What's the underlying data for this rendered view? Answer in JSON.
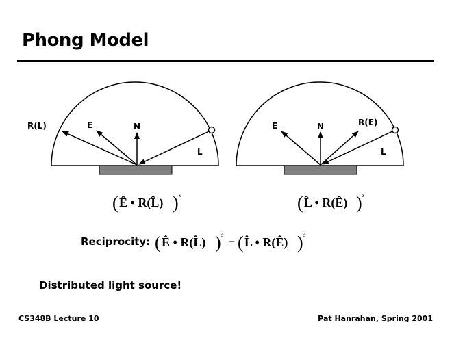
{
  "title": "Phong Model",
  "left_diagram": {
    "labels": {
      "reflected": "R(L)",
      "eye": "E",
      "normal": "N",
      "light": "L"
    },
    "formula": {
      "a": "Ê",
      "dot": "•",
      "b": "R(",
      "c": "L̂",
      "d": ")",
      "exp": "s"
    }
  },
  "right_diagram": {
    "labels": {
      "eye": "E",
      "normal": "N",
      "reflected": "R(E)",
      "light": "L"
    },
    "formula": {
      "a": "L̂",
      "dot": "•",
      "b": "R(",
      "c": "Ê",
      "d": ")",
      "exp": "s"
    }
  },
  "reciprocity": {
    "label": "Reciprocity:",
    "lhs": {
      "a": "Ê",
      "dot": "•",
      "b": "R(",
      "c": "L̂",
      "d": ")",
      "exp": "s"
    },
    "equals": "=",
    "rhs": {
      "a": "L̂",
      "dot": "•",
      "b": "R(",
      "c": "Ê",
      "d": ")",
      "exp": "s"
    }
  },
  "note": "Distributed light source!",
  "footer": {
    "left": "CS348B Lecture 10",
    "right": "Pat Hanrahan, Spring 2001"
  }
}
